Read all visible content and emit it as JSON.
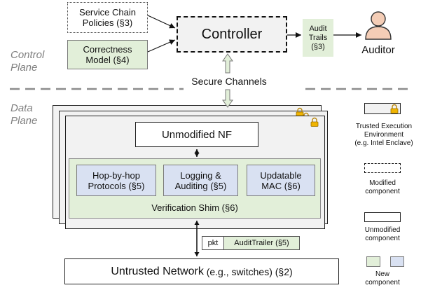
{
  "control_plane": {
    "label": "Control\nPlane",
    "policies": "Service Chain\nPolicies (§3)",
    "correctness": "Correctness\nModel (§4)",
    "controller": "Controller",
    "audit_trails": "Audit\nTrails\n(§3)",
    "auditor": "Auditor",
    "secure_channels": "Secure Channels"
  },
  "data_plane": {
    "label": "Data\nPlane",
    "unmodified_nf": "Unmodified NF",
    "hop_by_hop": "Hop-by-hop\nProtocols (§5)",
    "logging": "Logging &\nAuditing (§5)",
    "updatable_mac": "Updatable\nMAC (§6)",
    "verification_shim": "Verification Shim (§6)",
    "pkt": "pkt",
    "audit_trailer": "AuditTrailer (§5)",
    "untrusted_network_main": "Untrusted Network",
    "untrusted_network_suffix": " (e.g., switches) (§2)"
  },
  "legend": {
    "tee": "Trusted Execution\nEnvironment\n(e.g. Intel Enclave)",
    "modified": "Modified\ncomponent",
    "unmodified": "Unmodified\ncomponent",
    "new": "New\ncomponent"
  },
  "colors": {
    "green_fill": "#e2efd9",
    "blue_fill": "#d9e1f2",
    "enclave_fill": "#f2f2f2",
    "lock": "#f0b400",
    "plane_label": "#7f7f7f"
  }
}
